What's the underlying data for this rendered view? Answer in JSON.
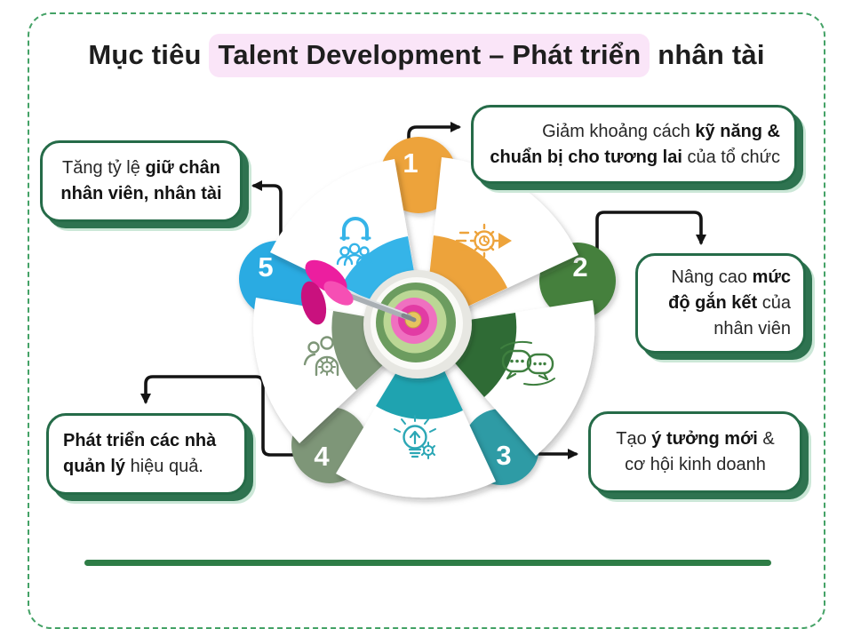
{
  "title": {
    "prefix": "Mục tiêu ",
    "highlight": "Talent Development – Phát triển",
    "suffix": " nhân tài"
  },
  "wheel": {
    "segments": [
      {
        "number": "1",
        "color": "#EDA33B",
        "icon": "speed-gear-arrow-icon"
      },
      {
        "number": "2",
        "color": "#44803C",
        "icon": "chat-bubbles-icon"
      },
      {
        "number": "3",
        "color": "#2E9BA5",
        "icon": "lightbulb-idea-icon"
      },
      {
        "number": "4",
        "color": "#7E9678",
        "icon": "team-management-gear-icon"
      },
      {
        "number": "5",
        "color": "#29ABE2",
        "icon": "magnet-attraction-icon"
      }
    ],
    "center_icon": "dartboard-bullseye-dart-icon"
  },
  "callouts": [
    {
      "position": "top-right",
      "linked_number": "1",
      "segments": [
        {
          "text": "Giảm khoảng cách ",
          "bold": false
        },
        {
          "text": "kỹ năng & chuẩn bị cho tương lai",
          "bold": true
        },
        {
          "text": " của tổ chức",
          "bold": false
        }
      ]
    },
    {
      "position": "right",
      "linked_number": "2",
      "segments": [
        {
          "text": "Nâng cao ",
          "bold": false
        },
        {
          "text": "mức độ gắn kết",
          "bold": true
        },
        {
          "text": " của nhân viên",
          "bold": false
        }
      ]
    },
    {
      "position": "bottom-right",
      "linked_number": "3",
      "segments": [
        {
          "text": "Tạo ",
          "bold": false
        },
        {
          "text": "ý tưởng mới",
          "bold": true
        },
        {
          "text": " & cơ hội kinh doanh",
          "bold": false
        }
      ]
    },
    {
      "position": "bottom-left",
      "linked_number": "4",
      "segments": [
        {
          "text": "Phát triển các nhà quản lý",
          "bold": true
        },
        {
          "text": " hiệu quả.",
          "bold": false
        }
      ]
    },
    {
      "position": "top-left",
      "linked_number": "5",
      "segments": [
        {
          "text": "Tăng tỷ lệ ",
          "bold": false
        },
        {
          "text": "giữ chân nhân viên, nhân tài",
          "bold": true
        }
      ]
    }
  ],
  "colors": {
    "frame_dashed_green": "#44A266",
    "box_border_green": "#256B48",
    "box_shadow_green": "#2E7350",
    "ring_dark_green": "#1B4327",
    "title_highlight_pink": "#FAE5F8",
    "dart_magenta": "#EC1E9F",
    "bullseye_yellow": "#E7C45E",
    "bottom_bar_green": "#2E7D46"
  }
}
